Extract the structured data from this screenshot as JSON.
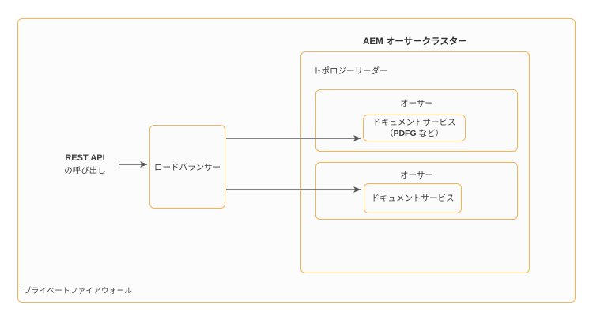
{
  "diagram": {
    "background_color": "#ffffff",
    "accent_color": "#f4b552",
    "line_color": "#595959",
    "text_color": "#3d3d3d",
    "firewall": {
      "label": "プライベートファイアウォール"
    },
    "external": {
      "rest_api_title": "REST API",
      "rest_api_subtitle": "の呼び出し"
    },
    "load_balancer": {
      "label": "ロードバランサー"
    },
    "cluster": {
      "title": "AEM オーサークラスター",
      "topology_label": "トポロジーリーダー",
      "authors": [
        {
          "title": "オーサー",
          "service_label": "ドキュメントサービス",
          "service_sub_prefix": "（",
          "service_sub_bold": "PDFG",
          "service_sub_suffix": " など）"
        },
        {
          "title": "オーサー",
          "service_label": "ドキュメントサービス",
          "service_sub_prefix": "",
          "service_sub_bold": "",
          "service_sub_suffix": ""
        }
      ]
    },
    "connectors": [
      {
        "name": "rest-api-to-load-balancer"
      },
      {
        "name": "load-balancer-to-author-1"
      },
      {
        "name": "load-balancer-to-author-2"
      }
    ]
  }
}
